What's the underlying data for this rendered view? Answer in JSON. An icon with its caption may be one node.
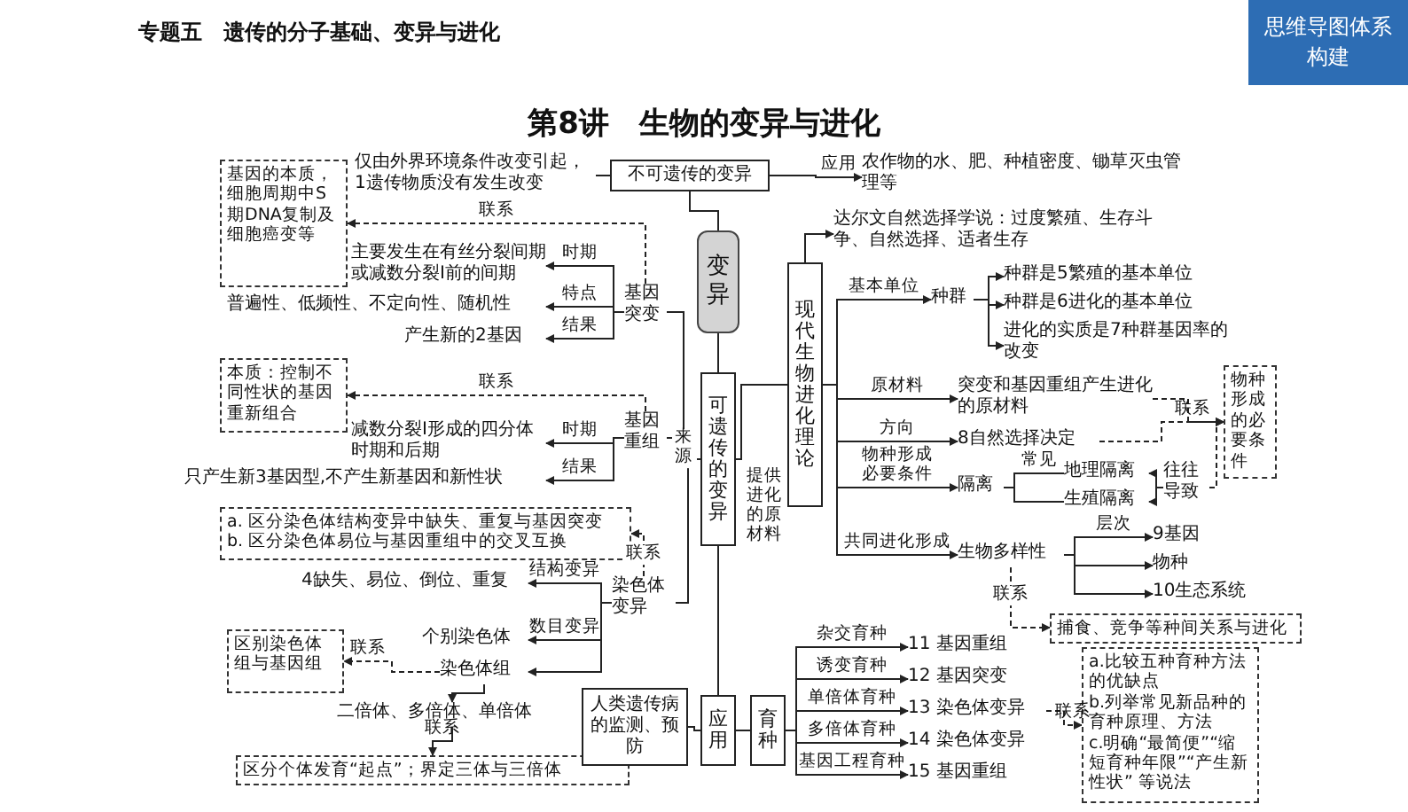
{
  "diagram": {
    "title": "第8讲　生物的变异与进化",
    "nodes": [
      {
        "text": [
          "变异"
        ]
      },
      {
        "text": [
          "不可遗传的变异"
        ]
      },
      {
        "text": [
          "仅由外界环境条件改变引起，1遗传物质没有发生改变"
        ]
      },
      {
        "text": [
          "基因的本质，细胞周期中S期DNA复制及细胞癌变等"
        ]
      },
      {
        "text": [
          "农作物的水、肥、种植密度、锄草灭虫管理等"
        ]
      },
      {
        "text": [
          "可遗传的变异"
        ]
      },
      {
        "text": [
          "基因突变"
        ]
      },
      {
        "text": [
          "主要发生在有丝分裂间期或减数分裂Ⅰ前的间期"
        ]
      },
      {
        "text": [
          "普遍性、低频性、不定向性、随机性"
        ]
      },
      {
        "text": [
          "产生新的2基因"
        ]
      },
      {
        "text": [
          "本质：控制不同性状的基因重新组合"
        ]
      },
      {
        "text": [
          "基因重组"
        ]
      },
      {
        "text": [
          "减数分裂Ⅰ形成的四分体时期和后期"
        ]
      },
      {
        "text": [
          "只产生新3基因型,不产生新基因和新性状"
        ]
      },
      {
        "text": [
          "a. 区分染色体结构变异中缺失、重复与基因突变",
          "b. 区分染色体易位与基因重组中的交叉互换"
        ]
      },
      {
        "text": [
          "染色体变异"
        ]
      },
      {
        "text": [
          "4缺失、易位、倒位、重复"
        ]
      },
      {
        "text": [
          "个别染色体"
        ]
      },
      {
        "text": [
          "染色体组"
        ]
      },
      {
        "text": [
          "区别染色体组与基因组"
        ]
      },
      {
        "text": [
          "二倍体、多倍体、单倍体"
        ]
      },
      {
        "text": [
          "区分个体发育“起点”；界定三体与三倍体"
        ]
      },
      {
        "text": [
          "人类遗传病的监测、预防"
        ]
      },
      {
        "text": [
          "应用"
        ]
      },
      {
        "text": [
          "育种"
        ]
      },
      {
        "text": [
          "11 基因重组"
        ]
      },
      {
        "text": [
          "12 基因突变"
        ]
      },
      {
        "text": [
          "13 染色体变异"
        ]
      },
      {
        "text": [
          "14 染色体变异"
        ]
      },
      {
        "text": [
          "15 基因重组"
        ]
      },
      {
        "text": [
          "a.比较五种育种方法的优缺点",
          "b.列举常见新品种的育种原理、方法",
          "c.明确“最简便”“缩短育种年限”“产生新性状” 等说法"
        ]
      },
      {
        "text": [
          "现代生物进化理论"
        ]
      },
      {
        "text": [
          "达尔文自然选择学说：过度繁殖、生存斗争、自然选择、适者生存"
        ]
      },
      {
        "text": [
          "种群"
        ]
      },
      {
        "text": [
          "种群是5繁殖的基本单位"
        ]
      },
      {
        "text": [
          "种群是6进化的基本单位"
        ]
      },
      {
        "text": [
          "进化的实质是7种群基因率的改变"
        ]
      },
      {
        "text": [
          "突变和基因重组产生进化的原材料"
        ]
      },
      {
        "text": [
          "8自然选择决定"
        ]
      },
      {
        "text": [
          "隔离"
        ]
      },
      {
        "text": [
          "地理隔离"
        ]
      },
      {
        "text": [
          "生殖隔离"
        ]
      },
      {
        "text": [
          "往往导致"
        ]
      },
      {
        "text": [
          "物种形成的必要条件"
        ]
      },
      {
        "text": [
          "生物多样性"
        ]
      },
      {
        "text": [
          "9基因"
        ]
      },
      {
        "text": [
          "物种"
        ]
      },
      {
        "text": [
          "10生态系统"
        ]
      },
      {
        "text": [
          "捕食、竞争等种间关系与进化"
        ]
      }
    ],
    "edges": [
      {
        "from": 0,
        "to": 1,
        "arrow": "none"
      },
      {
        "from": 0,
        "to": 5,
        "arrow": "none"
      },
      {
        "from": 1,
        "to": 2,
        "arrow": "none"
      },
      {
        "from": 1,
        "to": 4,
        "arrow": "to",
        "label": "应用"
      },
      {
        "from": 5,
        "to": 6,
        "arrow": "none"
      },
      {
        "from": 5,
        "to": 11,
        "arrow": "none",
        "label": "来源"
      },
      {
        "from": 5,
        "to": 15,
        "arrow": "none"
      },
      {
        "from": 6,
        "to": 7,
        "arrow": "to",
        "label": "时期"
      },
      {
        "from": 6,
        "to": 8,
        "arrow": "to",
        "label": "特点"
      },
      {
        "from": 6,
        "to": 9,
        "arrow": "to",
        "label": "结果"
      },
      {
        "from": 6,
        "to": 3,
        "arrow": "to",
        "label": "联系",
        "style": "dashed"
      },
      {
        "from": 11,
        "to": 12,
        "arrow": "to",
        "label": "时期"
      },
      {
        "from": 11,
        "to": 13,
        "arrow": "to",
        "label": "结果"
      },
      {
        "from": 11,
        "to": 10,
        "arrow": "to",
        "label": "联系",
        "style": "dashed"
      },
      {
        "from": 15,
        "to": 14,
        "arrow": "to",
        "label": "联系",
        "style": "dashed"
      },
      {
        "from": 15,
        "to": 16,
        "arrow": "to",
        "label": "结构变异"
      },
      {
        "from": 15,
        "to": 17,
        "arrow": "to",
        "label": "数目变异"
      },
      {
        "from": 15,
        "to": 18,
        "arrow": "to"
      },
      {
        "from": 18,
        "to": 19,
        "arrow": "to",
        "label": "联系",
        "style": "dashed"
      },
      {
        "from": 18,
        "to": 20,
        "arrow": "to"
      },
      {
        "from": 20,
        "to": 21,
        "arrow": "to",
        "label": "联系"
      },
      {
        "from": 5,
        "to": 23,
        "arrow": "none"
      },
      {
        "from": 23,
        "to": 22,
        "arrow": "none"
      },
      {
        "from": 23,
        "to": 24,
        "arrow": "none"
      },
      {
        "from": 24,
        "to": 25,
        "arrow": "to",
        "label": "杂交育种"
      },
      {
        "from": 24,
        "to": 26,
        "arrow": "to",
        "label": "诱变育种"
      },
      {
        "from": 24,
        "to": 27,
        "arrow": "to",
        "label": "单倍体育种"
      },
      {
        "from": 24,
        "to": 28,
        "arrow": "to",
        "label": "多倍体育种"
      },
      {
        "from": 24,
        "to": 29,
        "arrow": "to",
        "label": "基因工程育种"
      },
      {
        "from": 27,
        "to": 30,
        "arrow": "to",
        "label": "联系",
        "style": "dashed"
      },
      {
        "from": 5,
        "to": 31,
        "arrow": "none",
        "label": "提供进化的原材料"
      },
      {
        "from": 31,
        "to": 32,
        "arrow": "to"
      },
      {
        "from": 31,
        "to": 33,
        "arrow": "to",
        "label": "基本单位"
      },
      {
        "from": 33,
        "to": 34,
        "arrow": "to"
      },
      {
        "from": 33,
        "to": 35,
        "arrow": "to"
      },
      {
        "from": 33,
        "to": 36,
        "arrow": "to"
      },
      {
        "from": 31,
        "to": 37,
        "arrow": "to",
        "label": "原材料"
      },
      {
        "from": 31,
        "to": 38,
        "arrow": "to",
        "label": "方向"
      },
      {
        "from": 31,
        "to": 39,
        "arrow": "to",
        "label": "物种形成必要条件"
      },
      {
        "from": 39,
        "to": 40,
        "arrow": "none",
        "label": "常见"
      },
      {
        "from": 39,
        "to": 41,
        "arrow": "none"
      },
      {
        "from": 42,
        "to": 40,
        "arrow": "to"
      },
      {
        "from": 42,
        "to": 41,
        "arrow": "to"
      },
      {
        "from": 37,
        "to": 43,
        "arrow": "to",
        "style": "dashed"
      },
      {
        "from": 38,
        "to": 43,
        "arrow": "to",
        "label": "联系",
        "style": "dashed"
      },
      {
        "from": 42,
        "to": 43,
        "arrow": "to",
        "style": "dashed"
      },
      {
        "from": 31,
        "to": 44,
        "arrow": "to",
        "label": "共同进化形成"
      },
      {
        "from": 44,
        "to": 45,
        "arrow": "to",
        "label": "层次"
      },
      {
        "from": 44,
        "to": 46,
        "arrow": "to"
      },
      {
        "from": 44,
        "to": 47,
        "arrow": "to"
      },
      {
        "from": 44,
        "to": 48,
        "arrow": "to",
        "label": "联系",
        "style": "dashed"
      }
    ],
    "labels": [
      "专题五　遗传的分子基础、变异与进化",
      "思维导图体系构建"
    ]
  }
}
